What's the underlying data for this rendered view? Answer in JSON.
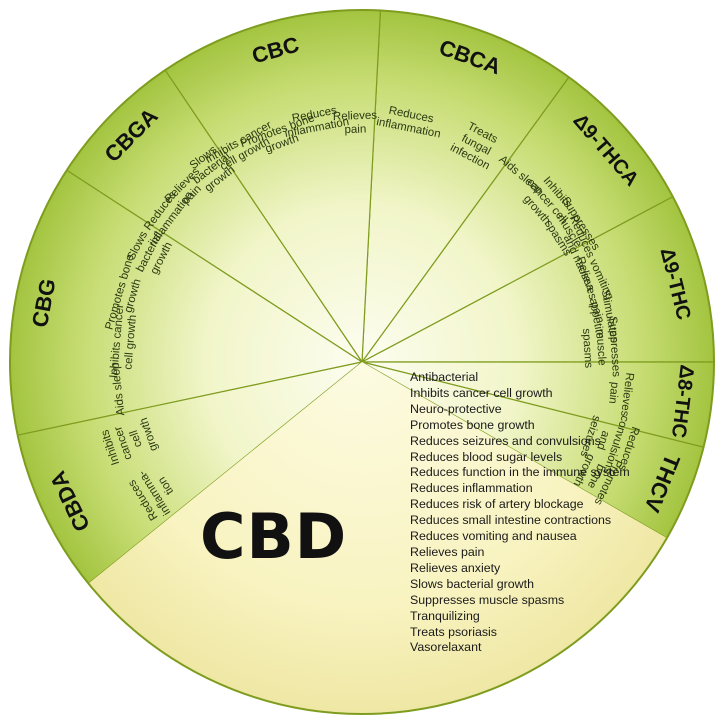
{
  "colors": {
    "outline": "#7e9c1e",
    "sector_dark": "#a7c84a",
    "sector_light": "#fbfbe4",
    "cbd_fill": "#f7f3c2",
    "benefit_text": "#2b3a12",
    "name_text": "#111111"
  },
  "wheel": {
    "sectors": [
      {
        "name": "CBCA",
        "start_deg": 273,
        "end_deg": 306,
        "benefits": [
          "Reduces inflammation",
          "Treats fungal infection"
        ]
      },
      {
        "name": "Δ9-THCA",
        "start_deg": 306,
        "end_deg": 332,
        "benefits": [
          "Aids sleep",
          "Inhibits cancer cell growth",
          "Suppresses muscle spasms"
        ]
      },
      {
        "name": "Δ9-THC",
        "start_deg": 332,
        "end_deg": 360,
        "benefits": [
          "Reduces vomiting and nausea",
          "Relieves pain",
          "Stimulates appetite",
          "Suppresses muscle spasms"
        ]
      },
      {
        "name": "Δ8-THC",
        "start_deg": 0,
        "end_deg": 14,
        "benefits": [
          "Relieves pain"
        ]
      },
      {
        "name": "THCV",
        "start_deg": 14,
        "end_deg": 30,
        "benefits": [
          "Reduces convulsions and seizures",
          "Promotes bone growth"
        ]
      },
      {
        "name": "CBC",
        "start_deg": 236,
        "end_deg": 273,
        "benefits": [
          "Inhibits cancer cell growth",
          "Promotes bone growth",
          "Reduces inflammation",
          "Relieves pain"
        ]
      },
      {
        "name": "CBGA",
        "start_deg": 213,
        "end_deg": 236,
        "benefits": [
          "Reduces inflammation",
          "Relieves pain",
          "Slows bacterial growth"
        ]
      },
      {
        "name": "CBG",
        "start_deg": 168,
        "end_deg": 213,
        "benefits": [
          "Aids sleep",
          "Inhibits cancer cell growth",
          "Promotes bone growth",
          "Slows bacterial growth"
        ]
      },
      {
        "name": "CBDA",
        "start_deg": 141,
        "end_deg": 168,
        "benefits": [
          "Reduces inflamma-tion",
          "Inhibits cancer cell growth"
        ]
      }
    ],
    "cbd": {
      "name": "CBD",
      "benefits": [
        "Antibacterial",
        "Inhibits cancer cell growth",
        "Neuro-protective",
        "Promotes bone growth",
        "Reduces seizures and convulsions",
        "Reduces blood sugar levels",
        "Reduces function in the immune system",
        "Reduces inflammation",
        "Reduces risk of artery blockage",
        "Reduces small intestine contractions",
        "Reduces vomiting and nausea",
        "Relieves pain",
        "Relieves anxiety",
        "Slows bacterial growth",
        "Suppresses muscle spasms",
        "Tranquilizing",
        "Treats psoriasis",
        "Vasorelaxant"
      ]
    }
  }
}
